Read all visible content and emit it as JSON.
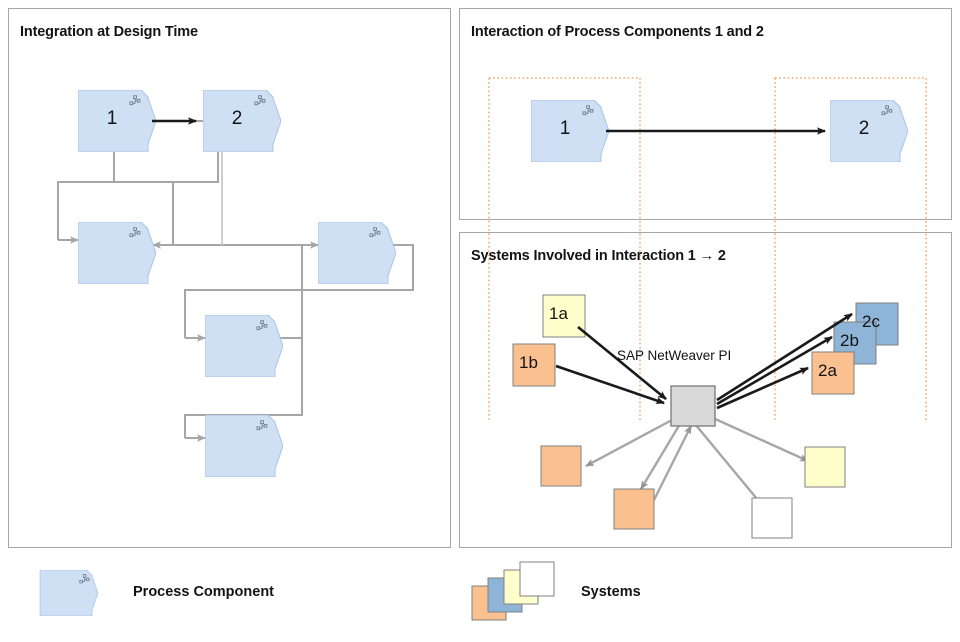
{
  "panels": {
    "left": {
      "title": "Integration at Design Time"
    },
    "top_right": {
      "title": "Interaction of Process Components 1 and 2"
    },
    "bottom_right": {
      "title": "Systems Involved in Interaction 1 → 2"
    }
  },
  "legend": {
    "process_component_label": "Process Component",
    "systems_label": "Systems"
  },
  "design_time": {
    "components": [
      {
        "id": "pc1",
        "label": "1"
      },
      {
        "id": "pc2",
        "label": "2"
      },
      {
        "id": "pc3",
        "label": ""
      },
      {
        "id": "pc4",
        "label": ""
      },
      {
        "id": "pc5",
        "label": ""
      },
      {
        "id": "pc6",
        "label": ""
      }
    ]
  },
  "interaction": {
    "components": [
      {
        "id": "i1",
        "label": "1"
      },
      {
        "id": "i2",
        "label": "2"
      }
    ]
  },
  "systems": {
    "hub_label": "SAP NetWeaver PI",
    "source_systems": [
      {
        "id": "1a",
        "label": "1a",
        "color": "#ffffcc"
      },
      {
        "id": "1b",
        "label": "1b",
        "color": "#fac090"
      }
    ],
    "target_systems": [
      {
        "id": "2c",
        "label": "2c",
        "color": "#8eb4d8"
      },
      {
        "id": "2b",
        "label": "2b",
        "color": "#8eb4d8"
      },
      {
        "id": "2a",
        "label": "2a",
        "color": "#fac090"
      }
    ],
    "other_systems": [
      {
        "id": "o1",
        "label": "",
        "color": "#fac090"
      },
      {
        "id": "o2",
        "label": "",
        "color": "#fac090"
      },
      {
        "id": "o3",
        "label": "",
        "color": "#ffffff"
      },
      {
        "id": "o4",
        "label": "",
        "color": "#ffffcc"
      }
    ]
  },
  "colors": {
    "process_component_fill": "#cfe0f5",
    "process_component_stroke": "#a8c4e8",
    "panel_border": "#a6a6a6",
    "connector_grey": "#a6a6a6",
    "arrow_black": "#1a1a1a",
    "boundary_orange": "#f79646",
    "hub_fill": "#d9d9d9",
    "hub_stroke": "#808080",
    "orange_fill": "#fac090",
    "yellow_fill": "#ffffcc",
    "blue_fill": "#8eb4d8",
    "white_fill": "#ffffff"
  }
}
